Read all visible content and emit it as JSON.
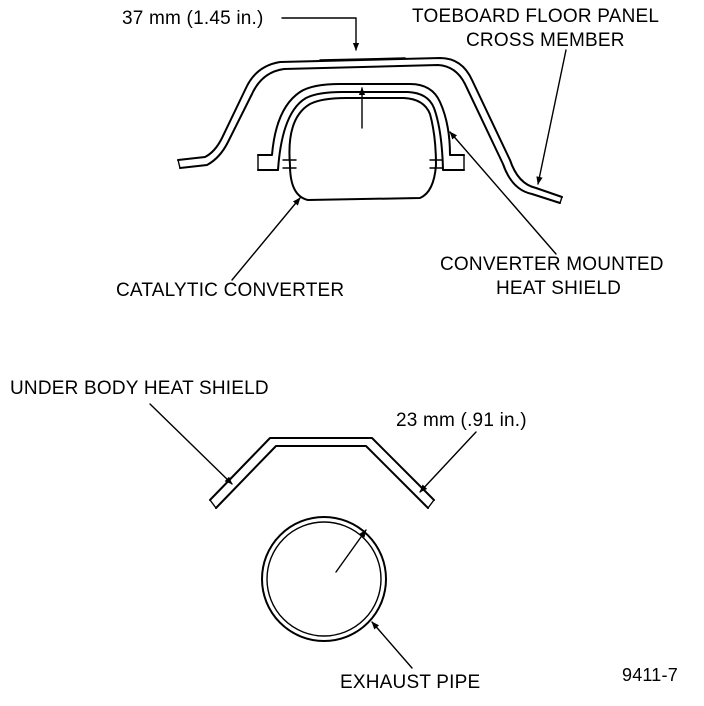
{
  "labels": {
    "toeboard_line1": "TOEBOARD FLOOR PANEL",
    "toeboard_line2": "CROSS MEMBER",
    "top_dimension": "37 mm (1.45 in.)",
    "converter_shield_line1": "CONVERTER MOUNTED",
    "converter_shield_line2": "HEAT SHIELD",
    "catalytic_converter": "CATALYTIC CONVERTER",
    "under_body_heat_shield": "UNDER BODY HEAT SHIELD",
    "bottom_dimension": "23 mm (.91 in.)",
    "exhaust_pipe": "EXHAUST PIPE",
    "figure_id": "9411-7"
  },
  "colors": {
    "ink": "#000000",
    "paper": "#ffffff"
  }
}
